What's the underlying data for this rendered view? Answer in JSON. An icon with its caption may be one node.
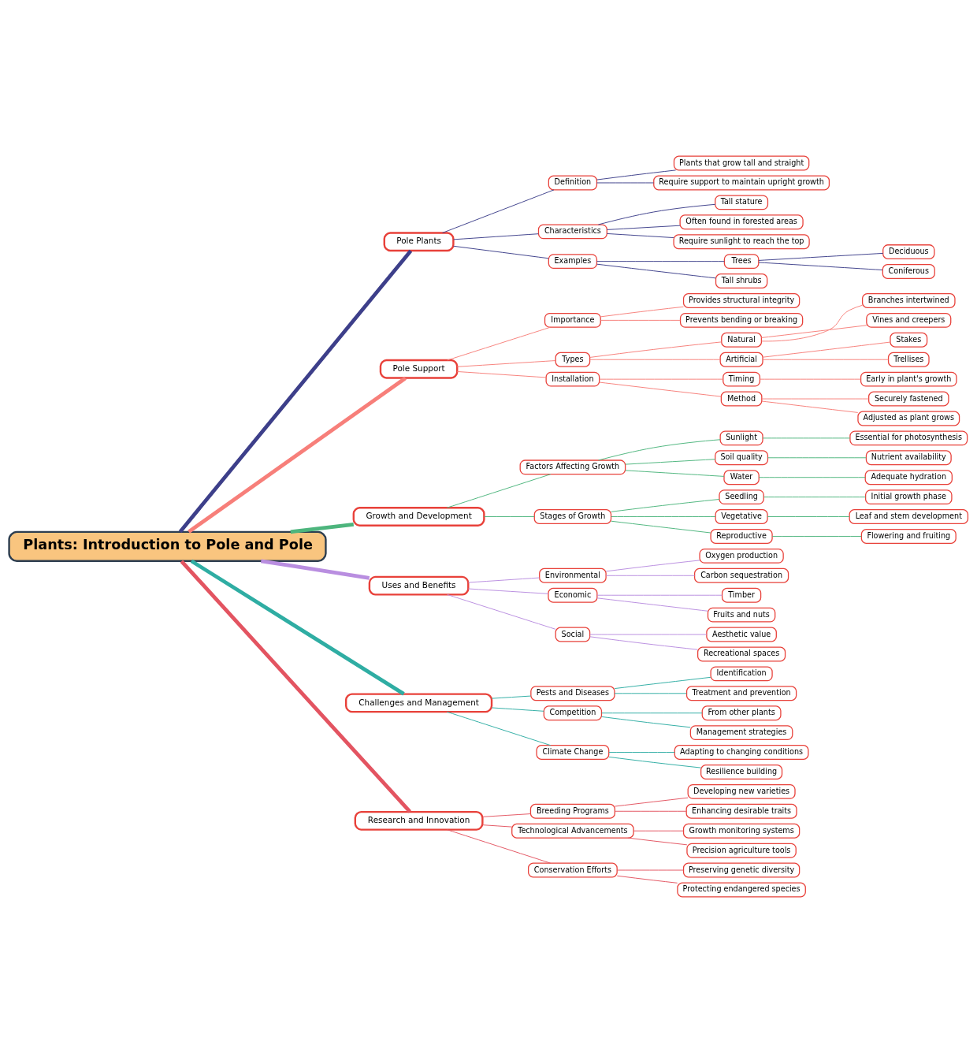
{
  "diagram": {
    "nodes": [
      {
        "text": [
          "Plants: Introduction to Pole and Pole"
        ]
      },
      {
        "text": [
          "Pole Plants"
        ]
      },
      {
        "text": [
          "Definition"
        ]
      },
      {
        "text": [
          "Plants that grow tall and straight"
        ]
      },
      {
        "text": [
          "Require support to maintain upright growth"
        ]
      },
      {
        "text": [
          "Characteristics"
        ]
      },
      {
        "text": [
          "Tall stature"
        ]
      },
      {
        "text": [
          "Often found in forested areas"
        ]
      },
      {
        "text": [
          "Require sunlight to reach the top"
        ]
      },
      {
        "text": [
          "Examples"
        ]
      },
      {
        "text": [
          "Trees"
        ]
      },
      {
        "text": [
          "Deciduous"
        ]
      },
      {
        "text": [
          "Coniferous"
        ]
      },
      {
        "text": [
          "Tall shrubs"
        ]
      },
      {
        "text": [
          "Pole Support"
        ]
      },
      {
        "text": [
          "Importance"
        ]
      },
      {
        "text": [
          "Provides structural integrity"
        ]
      },
      {
        "text": [
          "Prevents bending or breaking"
        ]
      },
      {
        "text": [
          "Types"
        ]
      },
      {
        "text": [
          "Natural"
        ]
      },
      {
        "text": [
          "Branches intertwined"
        ]
      },
      {
        "text": [
          "Vines and creepers"
        ]
      },
      {
        "text": [
          "Artificial"
        ]
      },
      {
        "text": [
          "Stakes"
        ]
      },
      {
        "text": [
          "Trellises"
        ]
      },
      {
        "text": [
          "Installation"
        ]
      },
      {
        "text": [
          "Timing"
        ]
      },
      {
        "text": [
          "Early in plant's growth"
        ]
      },
      {
        "text": [
          "Method"
        ]
      },
      {
        "text": [
          "Securely fastened"
        ]
      },
      {
        "text": [
          "Adjusted as plant grows"
        ]
      },
      {
        "text": [
          "Growth and Development"
        ]
      },
      {
        "text": [
          "Factors Affecting Growth"
        ]
      },
      {
        "text": [
          "Sunlight"
        ]
      },
      {
        "text": [
          "Essential for photosynthesis"
        ]
      },
      {
        "text": [
          "Soil quality"
        ]
      },
      {
        "text": [
          "Nutrient availability"
        ]
      },
      {
        "text": [
          "Water"
        ]
      },
      {
        "text": [
          "Adequate hydration"
        ]
      },
      {
        "text": [
          "Stages of Growth"
        ]
      },
      {
        "text": [
          "Seedling"
        ]
      },
      {
        "text": [
          "Initial growth phase"
        ]
      },
      {
        "text": [
          "Vegetative"
        ]
      },
      {
        "text": [
          "Leaf and stem development"
        ]
      },
      {
        "text": [
          "Reproductive"
        ]
      },
      {
        "text": [
          "Flowering and fruiting"
        ]
      },
      {
        "text": [
          "Uses and Benefits"
        ]
      },
      {
        "text": [
          "Environmental"
        ]
      },
      {
        "text": [
          "Oxygen production"
        ]
      },
      {
        "text": [
          "Carbon sequestration"
        ]
      },
      {
        "text": [
          "Economic"
        ]
      },
      {
        "text": [
          "Timber"
        ]
      },
      {
        "text": [
          "Fruits and nuts"
        ]
      },
      {
        "text": [
          "Social"
        ]
      },
      {
        "text": [
          "Aesthetic value"
        ]
      },
      {
        "text": [
          "Recreational spaces"
        ]
      },
      {
        "text": [
          "Challenges and Management"
        ]
      },
      {
        "text": [
          "Pests and Diseases"
        ]
      },
      {
        "text": [
          "Identification"
        ]
      },
      {
        "text": [
          "Treatment and prevention"
        ]
      },
      {
        "text": [
          "Competition"
        ]
      },
      {
        "text": [
          "From other plants"
        ]
      },
      {
        "text": [
          "Management strategies"
        ]
      },
      {
        "text": [
          "Climate Change"
        ]
      },
      {
        "text": [
          "Adapting to changing conditions"
        ]
      },
      {
        "text": [
          "Resilience building"
        ]
      },
      {
        "text": [
          "Research and Innovation"
        ]
      },
      {
        "text": [
          "Breeding Programs"
        ]
      },
      {
        "text": [
          "Developing new varieties"
        ]
      },
      {
        "text": [
          "Enhancing desirable traits"
        ]
      },
      {
        "text": [
          "Technological Advancements"
        ]
      },
      {
        "text": [
          "Growth monitoring systems"
        ]
      },
      {
        "text": [
          "Precision agriculture tools"
        ]
      },
      {
        "text": [
          "Conservation Efforts"
        ]
      },
      {
        "text": [
          "Preserving genetic diversity"
        ]
      },
      {
        "text": [
          "Protecting endangered species"
        ]
      }
    ],
    "edges": [
      {
        "from": 0,
        "to": 1,
        "arrow": "none",
        "style": "thick",
        "color": "#3d3f8a"
      },
      {
        "from": 1,
        "to": 2,
        "arrow": "none",
        "color": "#3d3f8a"
      },
      {
        "from": 2,
        "to": 3,
        "arrow": "none",
        "color": "#3d3f8a"
      },
      {
        "from": 2,
        "to": 4,
        "arrow": "none",
        "color": "#3d3f8a"
      },
      {
        "from": 1,
        "to": 5,
        "arrow": "none",
        "color": "#3d3f8a"
      },
      {
        "from": 5,
        "to": 6,
        "arrow": "none",
        "color": "#3d3f8a"
      },
      {
        "from": 5,
        "to": 7,
        "arrow": "none",
        "color": "#3d3f8a"
      },
      {
        "from": 5,
        "to": 8,
        "arrow": "none",
        "color": "#3d3f8a"
      },
      {
        "from": 1,
        "to": 9,
        "arrow": "none",
        "color": "#3d3f8a"
      },
      {
        "from": 9,
        "to": 10,
        "arrow": "none",
        "color": "#3d3f8a"
      },
      {
        "from": 10,
        "to": 11,
        "arrow": "none",
        "color": "#3d3f8a"
      },
      {
        "from": 10,
        "to": 12,
        "arrow": "none",
        "color": "#3d3f8a"
      },
      {
        "from": 9,
        "to": 13,
        "arrow": "none",
        "color": "#3d3f8a"
      },
      {
        "from": 0,
        "to": 14,
        "arrow": "none",
        "style": "thick",
        "color": "#f77f7a"
      },
      {
        "from": 14,
        "to": 15,
        "arrow": "none",
        "color": "#f77f7a"
      },
      {
        "from": 15,
        "to": 16,
        "arrow": "none",
        "color": "#f77f7a"
      },
      {
        "from": 15,
        "to": 17,
        "arrow": "none",
        "color": "#f77f7a"
      },
      {
        "from": 14,
        "to": 18,
        "arrow": "none",
        "color": "#f77f7a"
      },
      {
        "from": 18,
        "to": 19,
        "arrow": "none",
        "color": "#f77f7a"
      },
      {
        "from": 19,
        "to": 20,
        "arrow": "none",
        "color": "#f77f7a"
      },
      {
        "from": 19,
        "to": 21,
        "arrow": "none",
        "color": "#f77f7a"
      },
      {
        "from": 18,
        "to": 22,
        "arrow": "none",
        "color": "#f77f7a"
      },
      {
        "from": 22,
        "to": 23,
        "arrow": "none",
        "color": "#f77f7a"
      },
      {
        "from": 22,
        "to": 24,
        "arrow": "none",
        "color": "#f77f7a"
      },
      {
        "from": 14,
        "to": 25,
        "arrow": "none",
        "color": "#f77f7a"
      },
      {
        "from": 25,
        "to": 26,
        "arrow": "none",
        "color": "#f77f7a"
      },
      {
        "from": 26,
        "to": 27,
        "arrow": "none",
        "color": "#f77f7a"
      },
      {
        "from": 25,
        "to": 28,
        "arrow": "none",
        "color": "#f77f7a"
      },
      {
        "from": 28,
        "to": 29,
        "arrow": "none",
        "color": "#f77f7a"
      },
      {
        "from": 28,
        "to": 30,
        "arrow": "none",
        "color": "#f77f7a"
      },
      {
        "from": 0,
        "to": 31,
        "arrow": "none",
        "style": "thick",
        "color": "#4db57d"
      },
      {
        "from": 31,
        "to": 32,
        "arrow": "none",
        "color": "#4db57d"
      },
      {
        "from": 32,
        "to": 33,
        "arrow": "none",
        "color": "#4db57d"
      },
      {
        "from": 33,
        "to": 34,
        "arrow": "none",
        "color": "#4db57d"
      },
      {
        "from": 32,
        "to": 35,
        "arrow": "none",
        "color": "#4db57d"
      },
      {
        "from": 35,
        "to": 36,
        "arrow": "none",
        "color": "#4db57d"
      },
      {
        "from": 32,
        "to": 37,
        "arrow": "none",
        "color": "#4db57d"
      },
      {
        "from": 37,
        "to": 38,
        "arrow": "none",
        "color": "#4db57d"
      },
      {
        "from": 31,
        "to": 39,
        "arrow": "none",
        "color": "#4db57d"
      },
      {
        "from": 39,
        "to": 40,
        "arrow": "none",
        "color": "#4db57d"
      },
      {
        "from": 40,
        "to": 41,
        "arrow": "none",
        "color": "#4db57d"
      },
      {
        "from": 39,
        "to": 42,
        "arrow": "none",
        "color": "#4db57d"
      },
      {
        "from": 42,
        "to": 43,
        "arrow": "none",
        "color": "#4db57d"
      },
      {
        "from": 39,
        "to": 44,
        "arrow": "none",
        "color": "#4db57d"
      },
      {
        "from": 44,
        "to": 45,
        "arrow": "none",
        "color": "#4db57d"
      },
      {
        "from": 0,
        "to": 46,
        "arrow": "none",
        "style": "thick",
        "color": "#b98ee0"
      },
      {
        "from": 46,
        "to": 47,
        "arrow": "none",
        "color": "#b98ee0"
      },
      {
        "from": 47,
        "to": 48,
        "arrow": "none",
        "color": "#b98ee0"
      },
      {
        "from": 47,
        "to": 49,
        "arrow": "none",
        "color": "#b98ee0"
      },
      {
        "from": 46,
        "to": 50,
        "arrow": "none",
        "color": "#b98ee0"
      },
      {
        "from": 50,
        "to": 51,
        "arrow": "none",
        "color": "#b98ee0"
      },
      {
        "from": 50,
        "to": 52,
        "arrow": "none",
        "color": "#b98ee0"
      },
      {
        "from": 46,
        "to": 53,
        "arrow": "none",
        "color": "#b98ee0"
      },
      {
        "from": 53,
        "to": 54,
        "arrow": "none",
        "color": "#b98ee0"
      },
      {
        "from": 53,
        "to": 55,
        "arrow": "none",
        "color": "#b98ee0"
      },
      {
        "from": 0,
        "to": 56,
        "arrow": "none",
        "style": "thick",
        "color": "#2fada3"
      },
      {
        "from": 56,
        "to": 57,
        "arrow": "none",
        "color": "#2fada3"
      },
      {
        "from": 57,
        "to": 58,
        "arrow": "none",
        "color": "#2fada3"
      },
      {
        "from": 57,
        "to": 59,
        "arrow": "none",
        "color": "#2fada3"
      },
      {
        "from": 56,
        "to": 60,
        "arrow": "none",
        "color": "#2fada3"
      },
      {
        "from": 60,
        "to": 61,
        "arrow": "none",
        "color": "#2fada3"
      },
      {
        "from": 60,
        "to": 62,
        "arrow": "none",
        "color": "#2fada3"
      },
      {
        "from": 56,
        "to": 63,
        "arrow": "none",
        "color": "#2fada3"
      },
      {
        "from": 63,
        "to": 64,
        "arrow": "none",
        "color": "#2fada3"
      },
      {
        "from": 63,
        "to": 65,
        "arrow": "none",
        "color": "#2fada3"
      },
      {
        "from": 0,
        "to": 66,
        "arrow": "none",
        "style": "thick",
        "color": "#e35461"
      },
      {
        "from": 66,
        "to": 67,
        "arrow": "none",
        "color": "#e35461"
      },
      {
        "from": 67,
        "to": 68,
        "arrow": "none",
        "color": "#e35461"
      },
      {
        "from": 67,
        "to": 69,
        "arrow": "none",
        "color": "#e35461"
      },
      {
        "from": 66,
        "to": 70,
        "arrow": "none",
        "color": "#e35461"
      },
      {
        "from": 70,
        "to": 71,
        "arrow": "none",
        "color": "#e35461"
      },
      {
        "from": 70,
        "to": 72,
        "arrow": "none",
        "color": "#e35461"
      },
      {
        "from": 66,
        "to": 73,
        "arrow": "none",
        "color": "#e35461"
      },
      {
        "from": 73,
        "to": 74,
        "arrow": "none",
        "color": "#e35461"
      },
      {
        "from": 73,
        "to": 75,
        "arrow": "none",
        "color": "#e35461"
      }
    ]
  }
}
